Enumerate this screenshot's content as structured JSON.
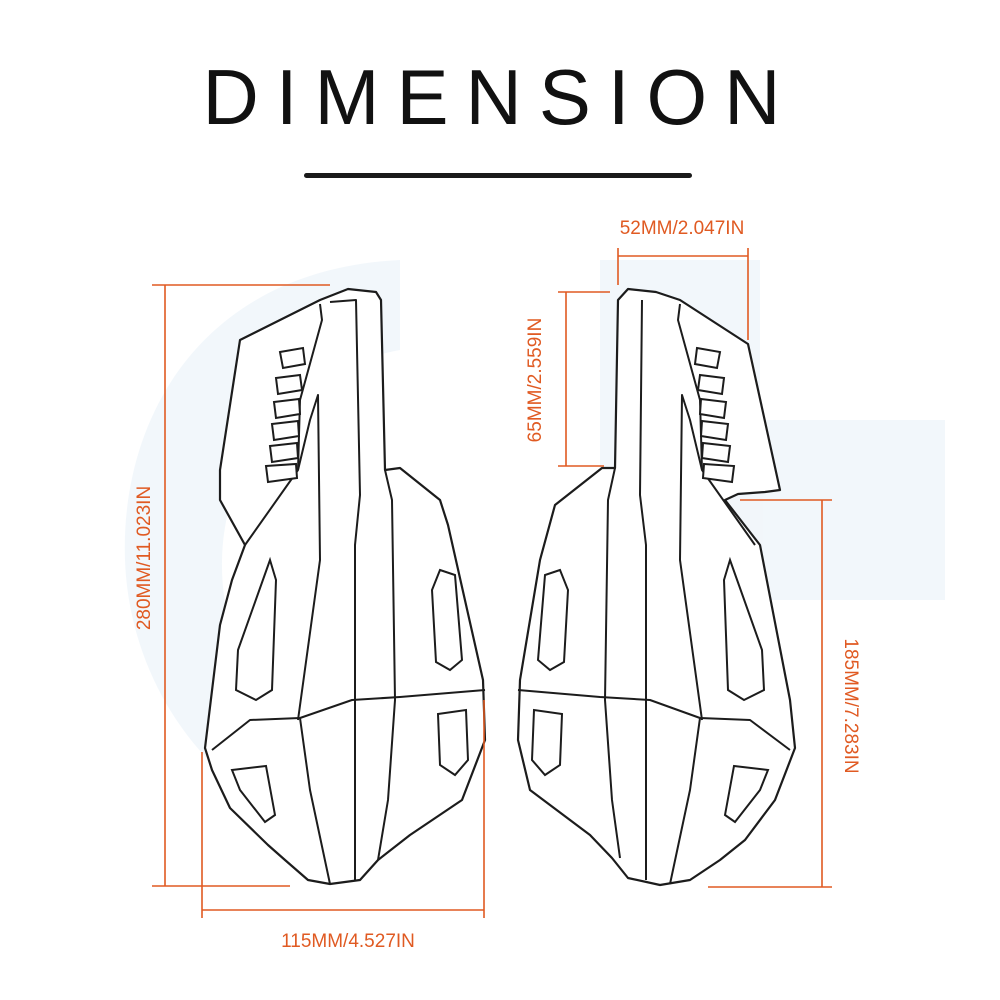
{
  "title": "DIMENSION",
  "colors": {
    "dimension": "#e05a22",
    "outline": "#1c1c1c",
    "title": "#111111",
    "watermark": "#e8f0f7"
  },
  "dimensions": {
    "height_total": "280MM/11.023IN",
    "width_bottom": "115MM/4.527IN",
    "width_top": "52MM/2.047IN",
    "height_upper": "65MM/2.559IN",
    "height_lower": "185MM/7.283IN"
  }
}
